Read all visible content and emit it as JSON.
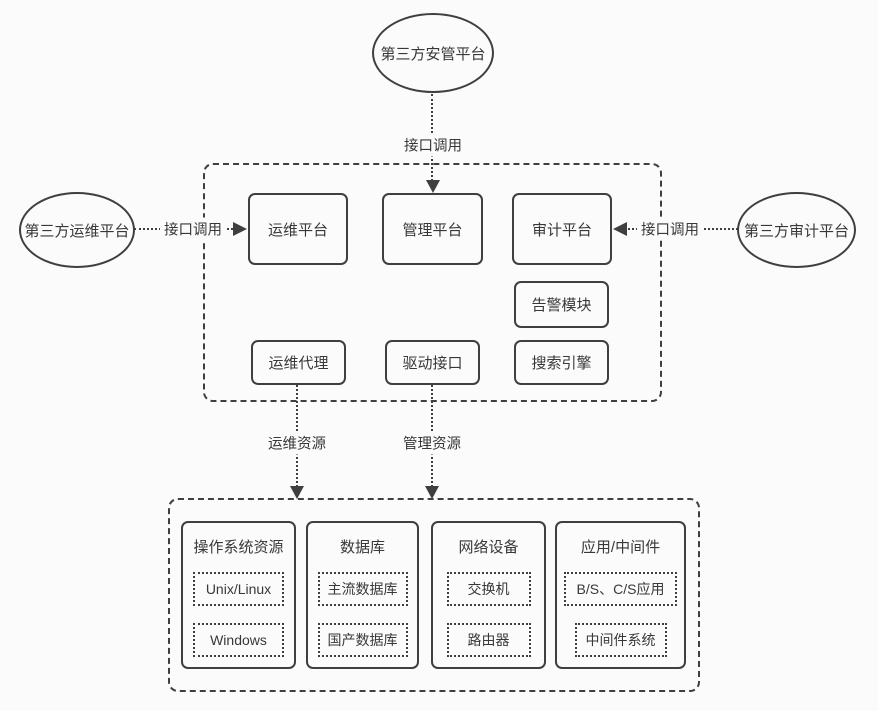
{
  "diagram": {
    "external": {
      "top": "第三方安管平台",
      "left": "第三方运维平台",
      "right": "第三方审计平台"
    },
    "labels": {
      "interface_call_top": "接口调用",
      "interface_call_left": "接口调用",
      "interface_call_right": "接口调用",
      "ops_resources": "运维资源",
      "mgmt_resources": "管理资源"
    },
    "core": {
      "platforms": [
        "运维平台",
        "管理平台",
        "审计平台"
      ],
      "modules": {
        "alarm": "告警模块",
        "ops_agent": "运维代理",
        "driver_interface": "驱动接口",
        "search_engine": "搜索引擎"
      }
    },
    "resources": {
      "groups": [
        {
          "title": "操作系统资源",
          "items": [
            "Unix/Linux",
            "Windows"
          ]
        },
        {
          "title": "数据库",
          "items": [
            "主流数据库",
            "国产数据库"
          ]
        },
        {
          "title": "网络设备",
          "items": [
            "交换机",
            "路由器"
          ]
        },
        {
          "title": "应用/中间件",
          "items": [
            "B/S、C/S应用",
            "中间件系统"
          ]
        }
      ]
    },
    "colors": {
      "stroke": "#3f3f3f",
      "text": "#383838",
      "background": "#fbfbfb"
    }
  }
}
